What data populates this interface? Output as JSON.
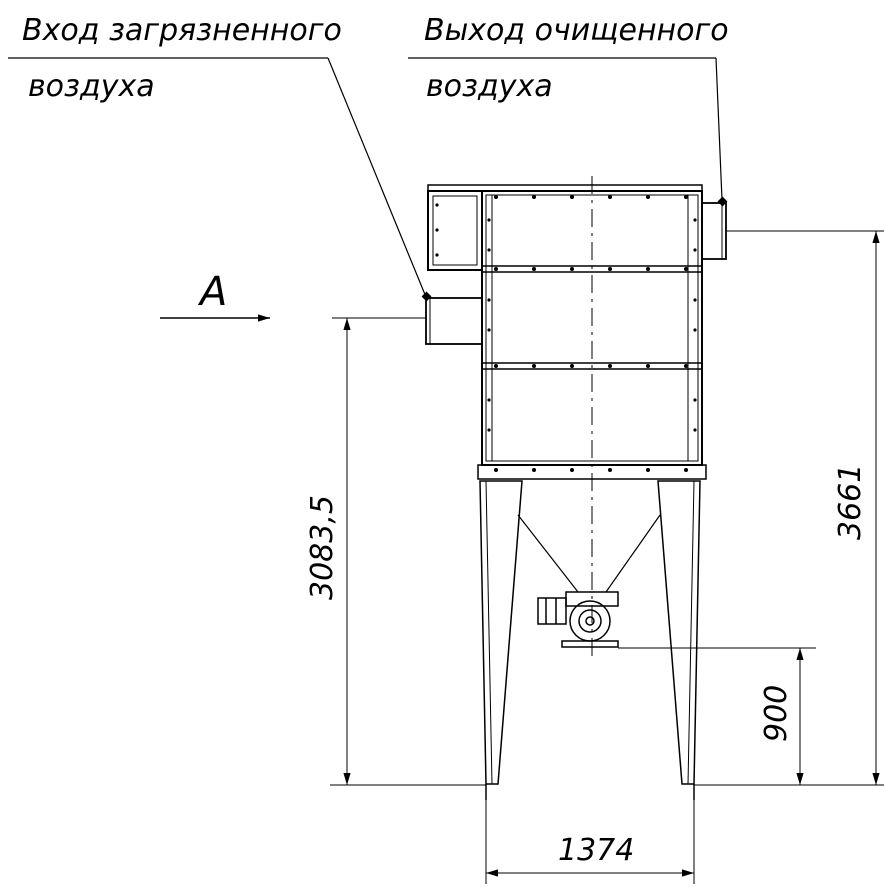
{
  "labels": {
    "inlet_line1": "Вход загрязненного",
    "inlet_line2": "воздуха",
    "outlet_line1": "Выход очищенного",
    "outlet_line2": "воздуха",
    "view_letter": "А"
  },
  "dimensions": {
    "inlet_height": "3083,5",
    "total_height": "3661",
    "discharge_height": "900",
    "leg_spacing": "1374"
  }
}
